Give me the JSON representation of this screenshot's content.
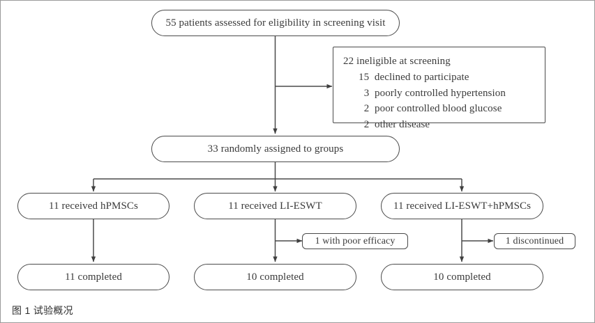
{
  "figure": {
    "caption": "图 1 试验概况",
    "stroke_color": "#4a4a4a",
    "text_color": "#3a3a3a",
    "frame_color": "#9a9a9a",
    "background": "#ffffff"
  },
  "chart_data": {
    "type": "diagram",
    "title": "图 1 试验概况",
    "diagram_kind": "consort-flow",
    "nodes": [
      {
        "id": "screening",
        "label": "55 patients assessed for eligibility in screening visit",
        "count": 55
      },
      {
        "id": "ineligible",
        "label": "22 ineligible at screening",
        "count": 22
      },
      {
        "id": "randomized",
        "label": "33 randomly assigned to groups",
        "count": 33
      },
      {
        "id": "arm-hpmscs",
        "label": "11 received hPMSCs",
        "count": 11
      },
      {
        "id": "arm-lieswt",
        "label": "11 received LI-ESWT",
        "count": 11
      },
      {
        "id": "arm-combo",
        "label": "11 received LI-ESWT+hPMSCs",
        "count": 11
      },
      {
        "id": "poor-efficacy",
        "label": "1 with poor efficacy",
        "count": 1
      },
      {
        "id": "discontinued",
        "label": "1 discontinued",
        "count": 1
      },
      {
        "id": "completed-hpmscs",
        "label": "11 completed",
        "count": 11
      },
      {
        "id": "completed-lieswt",
        "label": "10 completed",
        "count": 10
      },
      {
        "id": "completed-combo",
        "label": "10 completed",
        "count": 10
      }
    ],
    "exclusion_reasons": [
      {
        "count": 15,
        "reason": "declined to participate"
      },
      {
        "count": 3,
        "reason": "poorly controlled hypertension"
      },
      {
        "count": 2,
        "reason": "poor controlled blood glucose"
      },
      {
        "count": 2,
        "reason": "other disease"
      }
    ],
    "edges": [
      {
        "from": "screening",
        "to": "randomized"
      },
      {
        "from": "screening",
        "to": "ineligible"
      },
      {
        "from": "randomized",
        "to": "arm-hpmscs"
      },
      {
        "from": "randomized",
        "to": "arm-lieswt"
      },
      {
        "from": "randomized",
        "to": "arm-combo"
      },
      {
        "from": "arm-hpmscs",
        "to": "completed-hpmscs"
      },
      {
        "from": "arm-lieswt",
        "to": "completed-lieswt"
      },
      {
        "from": "arm-lieswt",
        "to": "poor-efficacy"
      },
      {
        "from": "arm-combo",
        "to": "completed-combo"
      },
      {
        "from": "arm-combo",
        "to": "discontinued"
      }
    ]
  },
  "nodes": {
    "screening": "55 patients assessed for eligibility in screening visit",
    "randomized": "33 randomly assigned to groups",
    "arm_hpmscs": "11 received hPMSCs",
    "arm_lieswt": "11 received LI-ESWT",
    "arm_combo": "11 received LI-ESWT+hPMSCs",
    "poor_efficacy": "1 with poor efficacy",
    "discontinued": "1 discontinued",
    "completed_hpmscs": "11 completed",
    "completed_lieswt": "10 completed",
    "completed_combo": "10 completed"
  },
  "exclusion_box": {
    "heading": "22 ineligible at screening",
    "line1": "15  declined to participate",
    "line2": "  3  poorly controlled hypertension",
    "line3": "  2  poor controlled blood glucose",
    "line4": "  2  other disease"
  }
}
